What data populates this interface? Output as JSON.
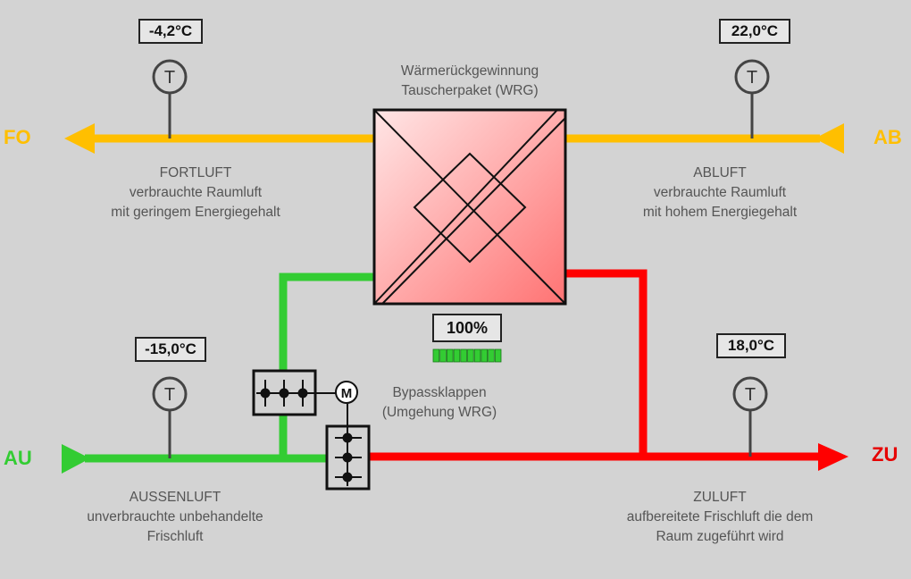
{
  "colors": {
    "exhaust_line": "#ffbf00",
    "outdoor_line": "#33cc33",
    "supply_line": "#ff0000",
    "code_fo": "#ffbf00",
    "code_ab": "#ffbf00",
    "code_au": "#33cc33",
    "code_zu": "#e60000"
  },
  "codes": {
    "fo": "FO",
    "ab": "AB",
    "au": "AU",
    "zu": "ZU"
  },
  "sensors": {
    "fortluft_temp": "-4,2°C",
    "abluft_temp": "22,0°C",
    "aussenluft_temp": "-15,0°C",
    "zuluft_temp": "18,0°C",
    "symbol": "T"
  },
  "wrg": {
    "title_line1": "Wärmerückgewinnung",
    "title_line2": "Tauscherpaket (WRG)",
    "percent": "100%",
    "level_fraction": 1.0,
    "level_segments": 10
  },
  "bypass": {
    "line1": "Bypassklappen",
    "line2": "(Umgehung WRG)",
    "motor_symbol": "M"
  },
  "descriptions": {
    "fortluft": [
      "FORTLUFT",
      "verbrauchte Raumluft",
      "mit geringem Energiegehalt"
    ],
    "abluft": [
      "ABLUFT",
      "verbrauchte Raumluft",
      "mit hohem Energiegehalt"
    ],
    "aussenluft": [
      "AUSSENLUFT",
      "unverbrauchte unbehandelte",
      "Frischluft"
    ],
    "zuluft": [
      "ZULUFT",
      "aufbereitete Frischluft die dem",
      "Raum zugeführt wird"
    ]
  }
}
